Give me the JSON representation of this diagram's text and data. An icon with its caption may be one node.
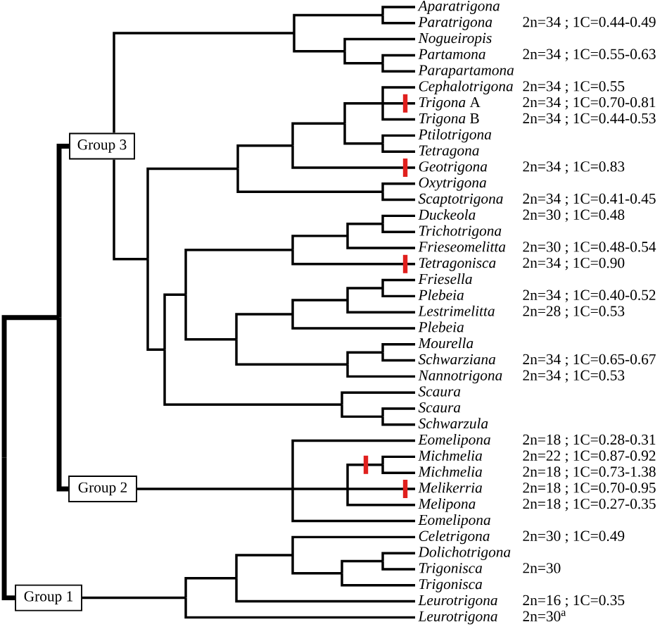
{
  "diagram": {
    "nodes": [
      {
        "text": [
          "Group 3"
        ]
      },
      {
        "text": [
          "Group 2"
        ]
      },
      {
        "text": [
          "Group 1"
        ]
      },
      {
        "text": [
          "Aparatrigona"
        ]
      },
      {
        "text": [
          "Paratrigona"
        ],
        "beside": [
          "2n=34 ; 1C=0.44-0.49"
        ]
      },
      {
        "text": [
          "Nogueiropis"
        ]
      },
      {
        "text": [
          "Partamona"
        ],
        "beside": [
          "2n=34 ; 1C=0.55-0.63"
        ]
      },
      {
        "text": [
          "Parapartamona"
        ]
      },
      {
        "text": [
          "Cephalotrigona"
        ],
        "beside": [
          "2n=34 ; 1C=0.55"
        ]
      },
      {
        "text": [
          "*Trigona* A"
        ],
        "beside": [
          "2n=34 ; 1C=0.70-0.81"
        ]
      },
      {
        "text": [
          "*Trigona* B"
        ],
        "beside": [
          "2n=34 ; 1C=0.44-0.53"
        ]
      },
      {
        "text": [
          "Ptilotrigona"
        ]
      },
      {
        "text": [
          "Tetragona"
        ]
      },
      {
        "text": [
          "Geotrigona"
        ],
        "beside": [
          "2n=34 ; 1C=0.83"
        ]
      },
      {
        "text": [
          "Oxytrigona"
        ]
      },
      {
        "text": [
          "Scaptotrigona"
        ],
        "beside": [
          "2n=34 ; 1C=0.41-0.45"
        ]
      },
      {
        "text": [
          "Duckeola"
        ],
        "beside": [
          "2n=30 ; 1C=0.48"
        ]
      },
      {
        "text": [
          "Trichotrigona"
        ]
      },
      {
        "text": [
          "Frieseomelitta"
        ],
        "beside": [
          "2n=30 ; 1C=0.48-0.54"
        ]
      },
      {
        "text": [
          "Tetragonisca"
        ],
        "beside": [
          "2n=34 ; 1C=0.90"
        ]
      },
      {
        "text": [
          "Friesella"
        ]
      },
      {
        "text": [
          "Plebeia"
        ],
        "beside": [
          "2n=34 ; 1C=0.40-0.52"
        ]
      },
      {
        "text": [
          "Lestrimelitta"
        ],
        "beside": [
          "2n=28 ; 1C=0.53"
        ]
      },
      {
        "text": [
          "Plebeia"
        ]
      },
      {
        "text": [
          "Mourella"
        ]
      },
      {
        "text": [
          "Schwarziana"
        ],
        "beside": [
          "2n=34 ; 1C=0.65-0.67"
        ]
      },
      {
        "text": [
          "Nannotrigona"
        ],
        "beside": [
          "2n=34 ; 1C=0.53"
        ]
      },
      {
        "text": [
          "Scaura"
        ]
      },
      {
        "text": [
          "Scaura"
        ]
      },
      {
        "text": [
          "Schwarzula"
        ]
      },
      {
        "text": [
          "Eomelipona"
        ],
        "beside": [
          "2n=18 ; 1C=0.28-0.31"
        ]
      },
      {
        "text": [
          "Michmelia"
        ],
        "beside": [
          "2n=22 ; 1C=0.87-0.92"
        ]
      },
      {
        "text": [
          "Michmelia"
        ],
        "beside": [
          "2n=18 ; 1C=0.73-1.38"
        ]
      },
      {
        "text": [
          "Melikerria"
        ],
        "beside": [
          "2n=18 ; 1C=0.70-0.95"
        ]
      },
      {
        "text": [
          "Melipona"
        ],
        "beside": [
          "2n=18 ; 1C=0.27-0.35"
        ]
      },
      {
        "text": [
          "Eomelipona"
        ]
      },
      {
        "text": [
          "Celetrigona"
        ],
        "beside": [
          "2n=30 ; 1C=0.49"
        ]
      },
      {
        "text": [
          "Dolichotrigona"
        ]
      },
      {
        "text": [
          "Trigonisca"
        ],
        "beside": [
          "2n=30"
        ]
      },
      {
        "text": [
          "Trigonisca"
        ]
      },
      {
        "text": [
          "Leurotrigona"
        ],
        "beside": [
          "2n=16 ; 1C=0.35"
        ]
      },
      {
        "text": [
          "Leurotrigona"
        ],
        "beside": [
          "2n=30$^{a}$"
        ]
      }
    ],
    "edges": [
      {
        "from": 0,
        "to": 1,
        "arrow": "none",
        "style": "thick"
      },
      {
        "from": 2,
        "to": 0,
        "arrow": "none",
        "style": "thick"
      },
      {
        "from": 2,
        "to": 1,
        "arrow": "none",
        "style": "thick"
      },
      {
        "from": 0,
        "to": 3,
        "arrow": "none"
      },
      {
        "from": 0,
        "to": 4,
        "arrow": "none"
      },
      {
        "from": 0,
        "to": 5,
        "arrow": "none"
      },
      {
        "from": 0,
        "to": 6,
        "arrow": "none"
      },
      {
        "from": 0,
        "to": 7,
        "arrow": "none"
      },
      {
        "from": 0,
        "to": 8,
        "arrow": "none"
      },
      {
        "from": 0,
        "to": 9,
        "arrow": "none"
      },
      {
        "from": 0,
        "to": 10,
        "arrow": "none"
      },
      {
        "from": 0,
        "to": 11,
        "arrow": "none"
      },
      {
        "from": 0,
        "to": 12,
        "arrow": "none"
      },
      {
        "from": 0,
        "to": 13,
        "arrow": "none"
      },
      {
        "from": 0,
        "to": 14,
        "arrow": "none"
      },
      {
        "from": 0,
        "to": 15,
        "arrow": "none"
      },
      {
        "from": 0,
        "to": 16,
        "arrow": "none"
      },
      {
        "from": 0,
        "to": 17,
        "arrow": "none"
      },
      {
        "from": 0,
        "to": 18,
        "arrow": "none"
      },
      {
        "from": 0,
        "to": 19,
        "arrow": "none"
      },
      {
        "from": 0,
        "to": 20,
        "arrow": "none"
      },
      {
        "from": 0,
        "to": 21,
        "arrow": "none"
      },
      {
        "from": 0,
        "to": 22,
        "arrow": "none"
      },
      {
        "from": 0,
        "to": 23,
        "arrow": "none"
      },
      {
        "from": 0,
        "to": 24,
        "arrow": "none"
      },
      {
        "from": 0,
        "to": 25,
        "arrow": "none"
      },
      {
        "from": 0,
        "to": 26,
        "arrow": "none"
      },
      {
        "from": 0,
        "to": 27,
        "arrow": "none"
      },
      {
        "from": 0,
        "to": 28,
        "arrow": "none"
      },
      {
        "from": 0,
        "to": 29,
        "arrow": "none"
      },
      {
        "from": 1,
        "to": 30,
        "arrow": "none"
      },
      {
        "from": 1,
        "to": 31,
        "arrow": "none"
      },
      {
        "from": 1,
        "to": 32,
        "arrow": "none"
      },
      {
        "from": 1,
        "to": 33,
        "arrow": "none"
      },
      {
        "from": 1,
        "to": 34,
        "arrow": "none"
      },
      {
        "from": 1,
        "to": 35,
        "arrow": "none"
      },
      {
        "from": 2,
        "to": 36,
        "arrow": "none"
      },
      {
        "from": 2,
        "to": 37,
        "arrow": "none"
      },
      {
        "from": 2,
        "to": 38,
        "arrow": "none"
      },
      {
        "from": 2,
        "to": 39,
        "arrow": "none"
      },
      {
        "from": 2,
        "to": 40,
        "arrow": "none"
      },
      {
        "from": 2,
        "to": 41,
        "arrow": "none"
      }
    ]
  }
}
